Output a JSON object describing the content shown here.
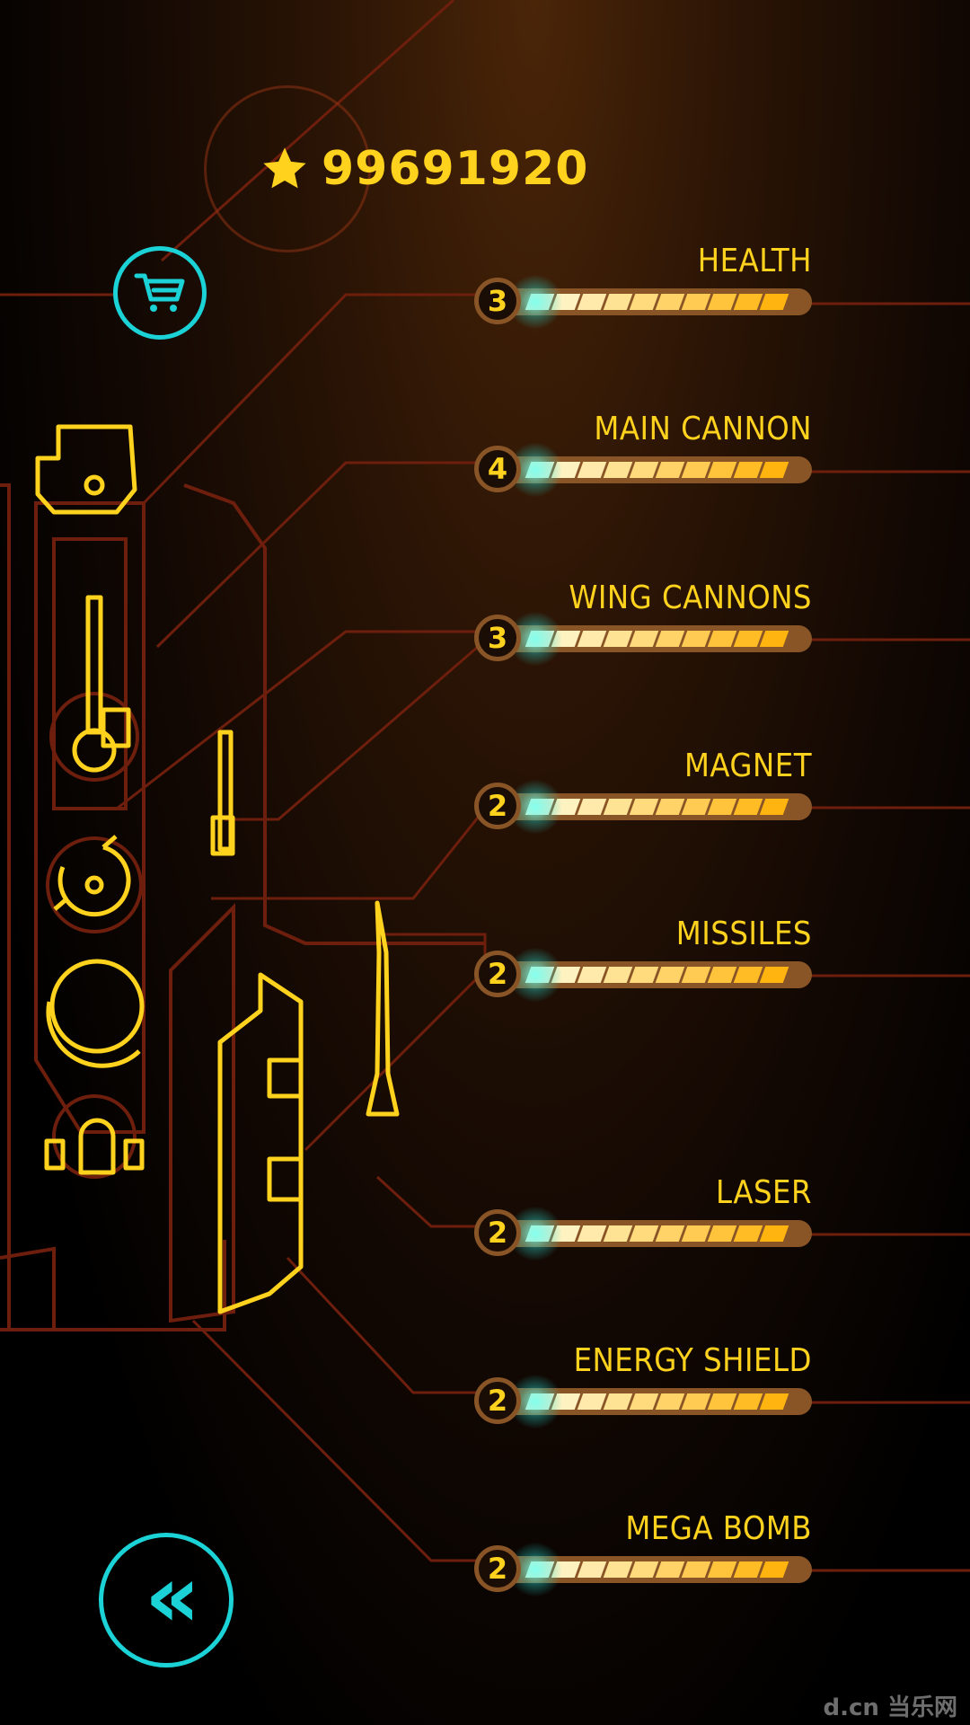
{
  "score": {
    "value": "99691920",
    "icon": "star-icon"
  },
  "cart_button": {
    "icon": "shopping-cart-icon"
  },
  "back_button": {
    "glyph": "«",
    "icon": "double-chevron-left-icon"
  },
  "upgrades": [
    {
      "label": "HEALTH",
      "level": "3"
    },
    {
      "label": "MAIN CANNON",
      "level": "4"
    },
    {
      "label": "WING CANNONS",
      "level": "3"
    },
    {
      "label": "MAGNET",
      "level": "2"
    },
    {
      "label": "MISSILES",
      "level": "2"
    },
    {
      "label": "LASER",
      "level": "2"
    },
    {
      "label": "ENERGY SHIELD",
      "level": "2"
    },
    {
      "label": "MEGA BOMB",
      "level": "2"
    }
  ],
  "segments_per_bar": 10,
  "colors": {
    "accent_cyan": "#1bd2d6",
    "text_yellow": "#ffd21e",
    "bar_track": "#8a5526",
    "circuit_line": "#6e1e0c"
  },
  "watermark": "d.cn 当乐网"
}
